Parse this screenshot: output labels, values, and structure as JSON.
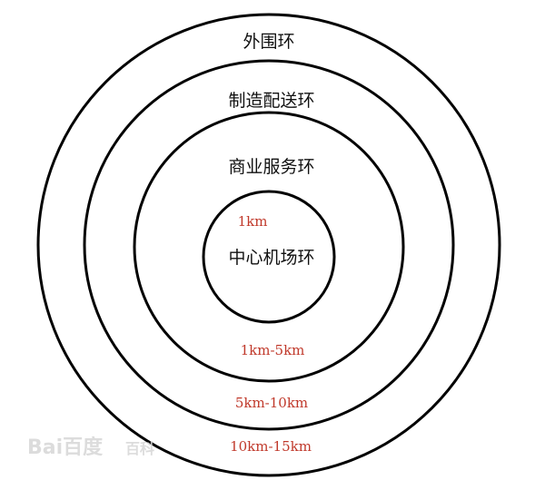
{
  "diagram": {
    "rings": [
      {
        "name": "外围环",
        "range": "10km-15km"
      },
      {
        "name": "制造配送环",
        "range": "5km-10km"
      },
      {
        "name": "商业服务环",
        "range": "1km-5km"
      },
      {
        "name": "中心机场环",
        "range": "1km"
      }
    ]
  },
  "watermark": {
    "text": "Bai百度",
    "source": "百科"
  },
  "colors": {
    "ring_stroke": "#000000",
    "range_text": "#c0392b"
  }
}
